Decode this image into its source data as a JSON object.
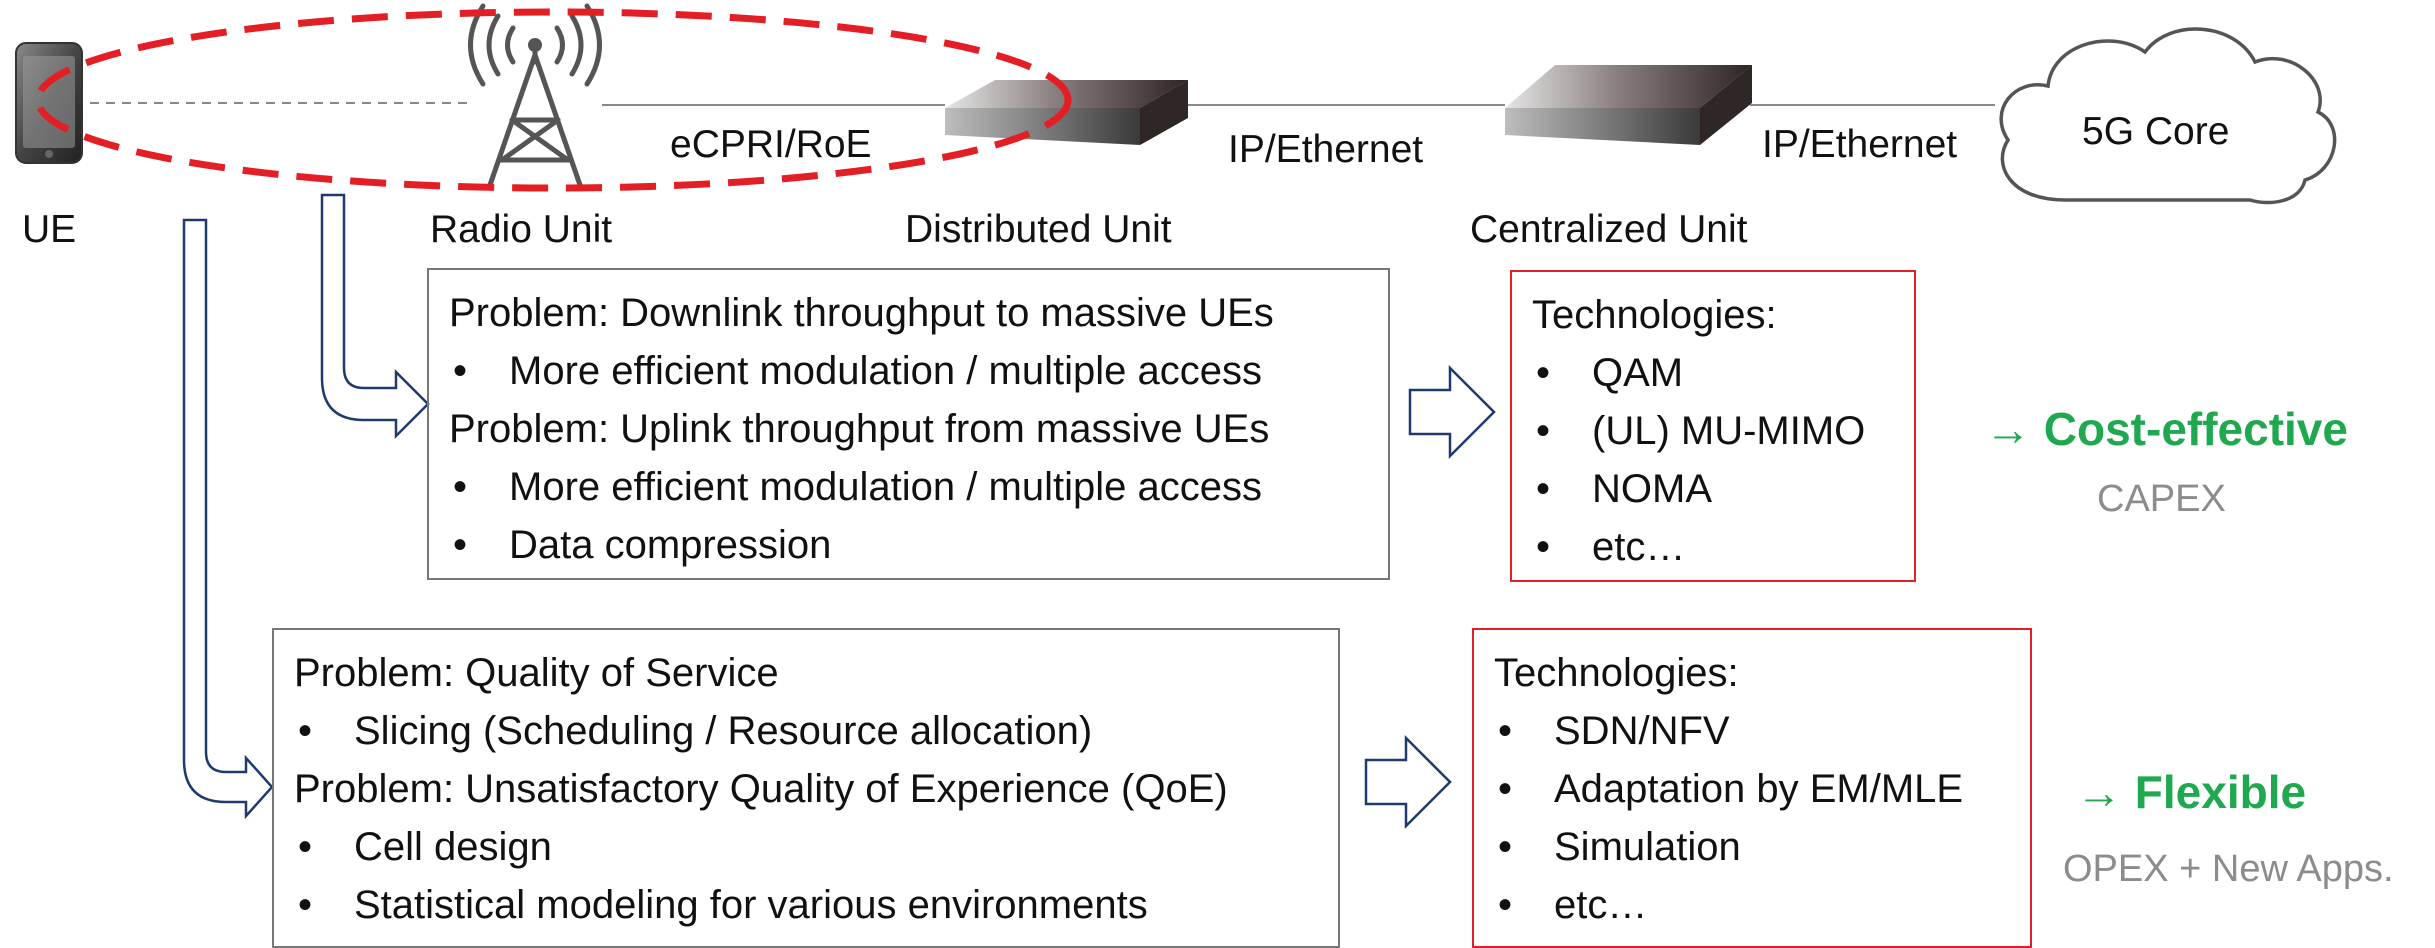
{
  "nodes": {
    "ue": "UE",
    "radio_unit": "Radio Unit",
    "distributed_unit": "Distributed Unit",
    "centralized_unit": "Centralized Unit",
    "core": "5G Core"
  },
  "links": {
    "ru_du": "eCPRI/RoE",
    "du_cu": "IP/Ethernet",
    "cu_core": "IP/Ethernet"
  },
  "row1": {
    "problems": [
      {
        "title": "Problem: Downlink throughput to massive UEs",
        "bullets": [
          "More efficient modulation / multiple access"
        ]
      },
      {
        "title": "Problem: Uplink throughput from massive UEs",
        "bullets": [
          "More efficient modulation / multiple access",
          "Data compression"
        ]
      }
    ],
    "tech_title": "Technologies:",
    "technologies": [
      "QAM",
      "(UL) MU-MIMO",
      "NOMA",
      "etc…"
    ],
    "outcome": "→ Cost-effective",
    "outcome_sub": "CAPEX"
  },
  "row2": {
    "problems": [
      {
        "title": "Problem: Quality of Service",
        "bullets": [
          "Slicing (Scheduling / Resource allocation)"
        ]
      },
      {
        "title": "Problem: Unsatisfactory Quality of Experience (QoE)",
        "bullets": [
          "Cell design",
          "Statistical modeling for various environments"
        ]
      }
    ],
    "tech_title": "Technologies:",
    "technologies": [
      "SDN/NFV",
      "Adaptation by EM/MLE",
      "Simulation",
      "etc…"
    ],
    "outcome": "→ Flexible",
    "outcome_sub": "OPEX + New Apps."
  },
  "colors": {
    "accent_red": "#e31e24",
    "outcome_green": "#1fa84f",
    "arrow_navy": "#1f3a6e",
    "box_gray": "#777777",
    "muted_gray": "#8c8c8c"
  },
  "icons": [
    "smartphone-icon",
    "antenna-tower-icon",
    "server-unit-icon",
    "cloud-icon"
  ]
}
